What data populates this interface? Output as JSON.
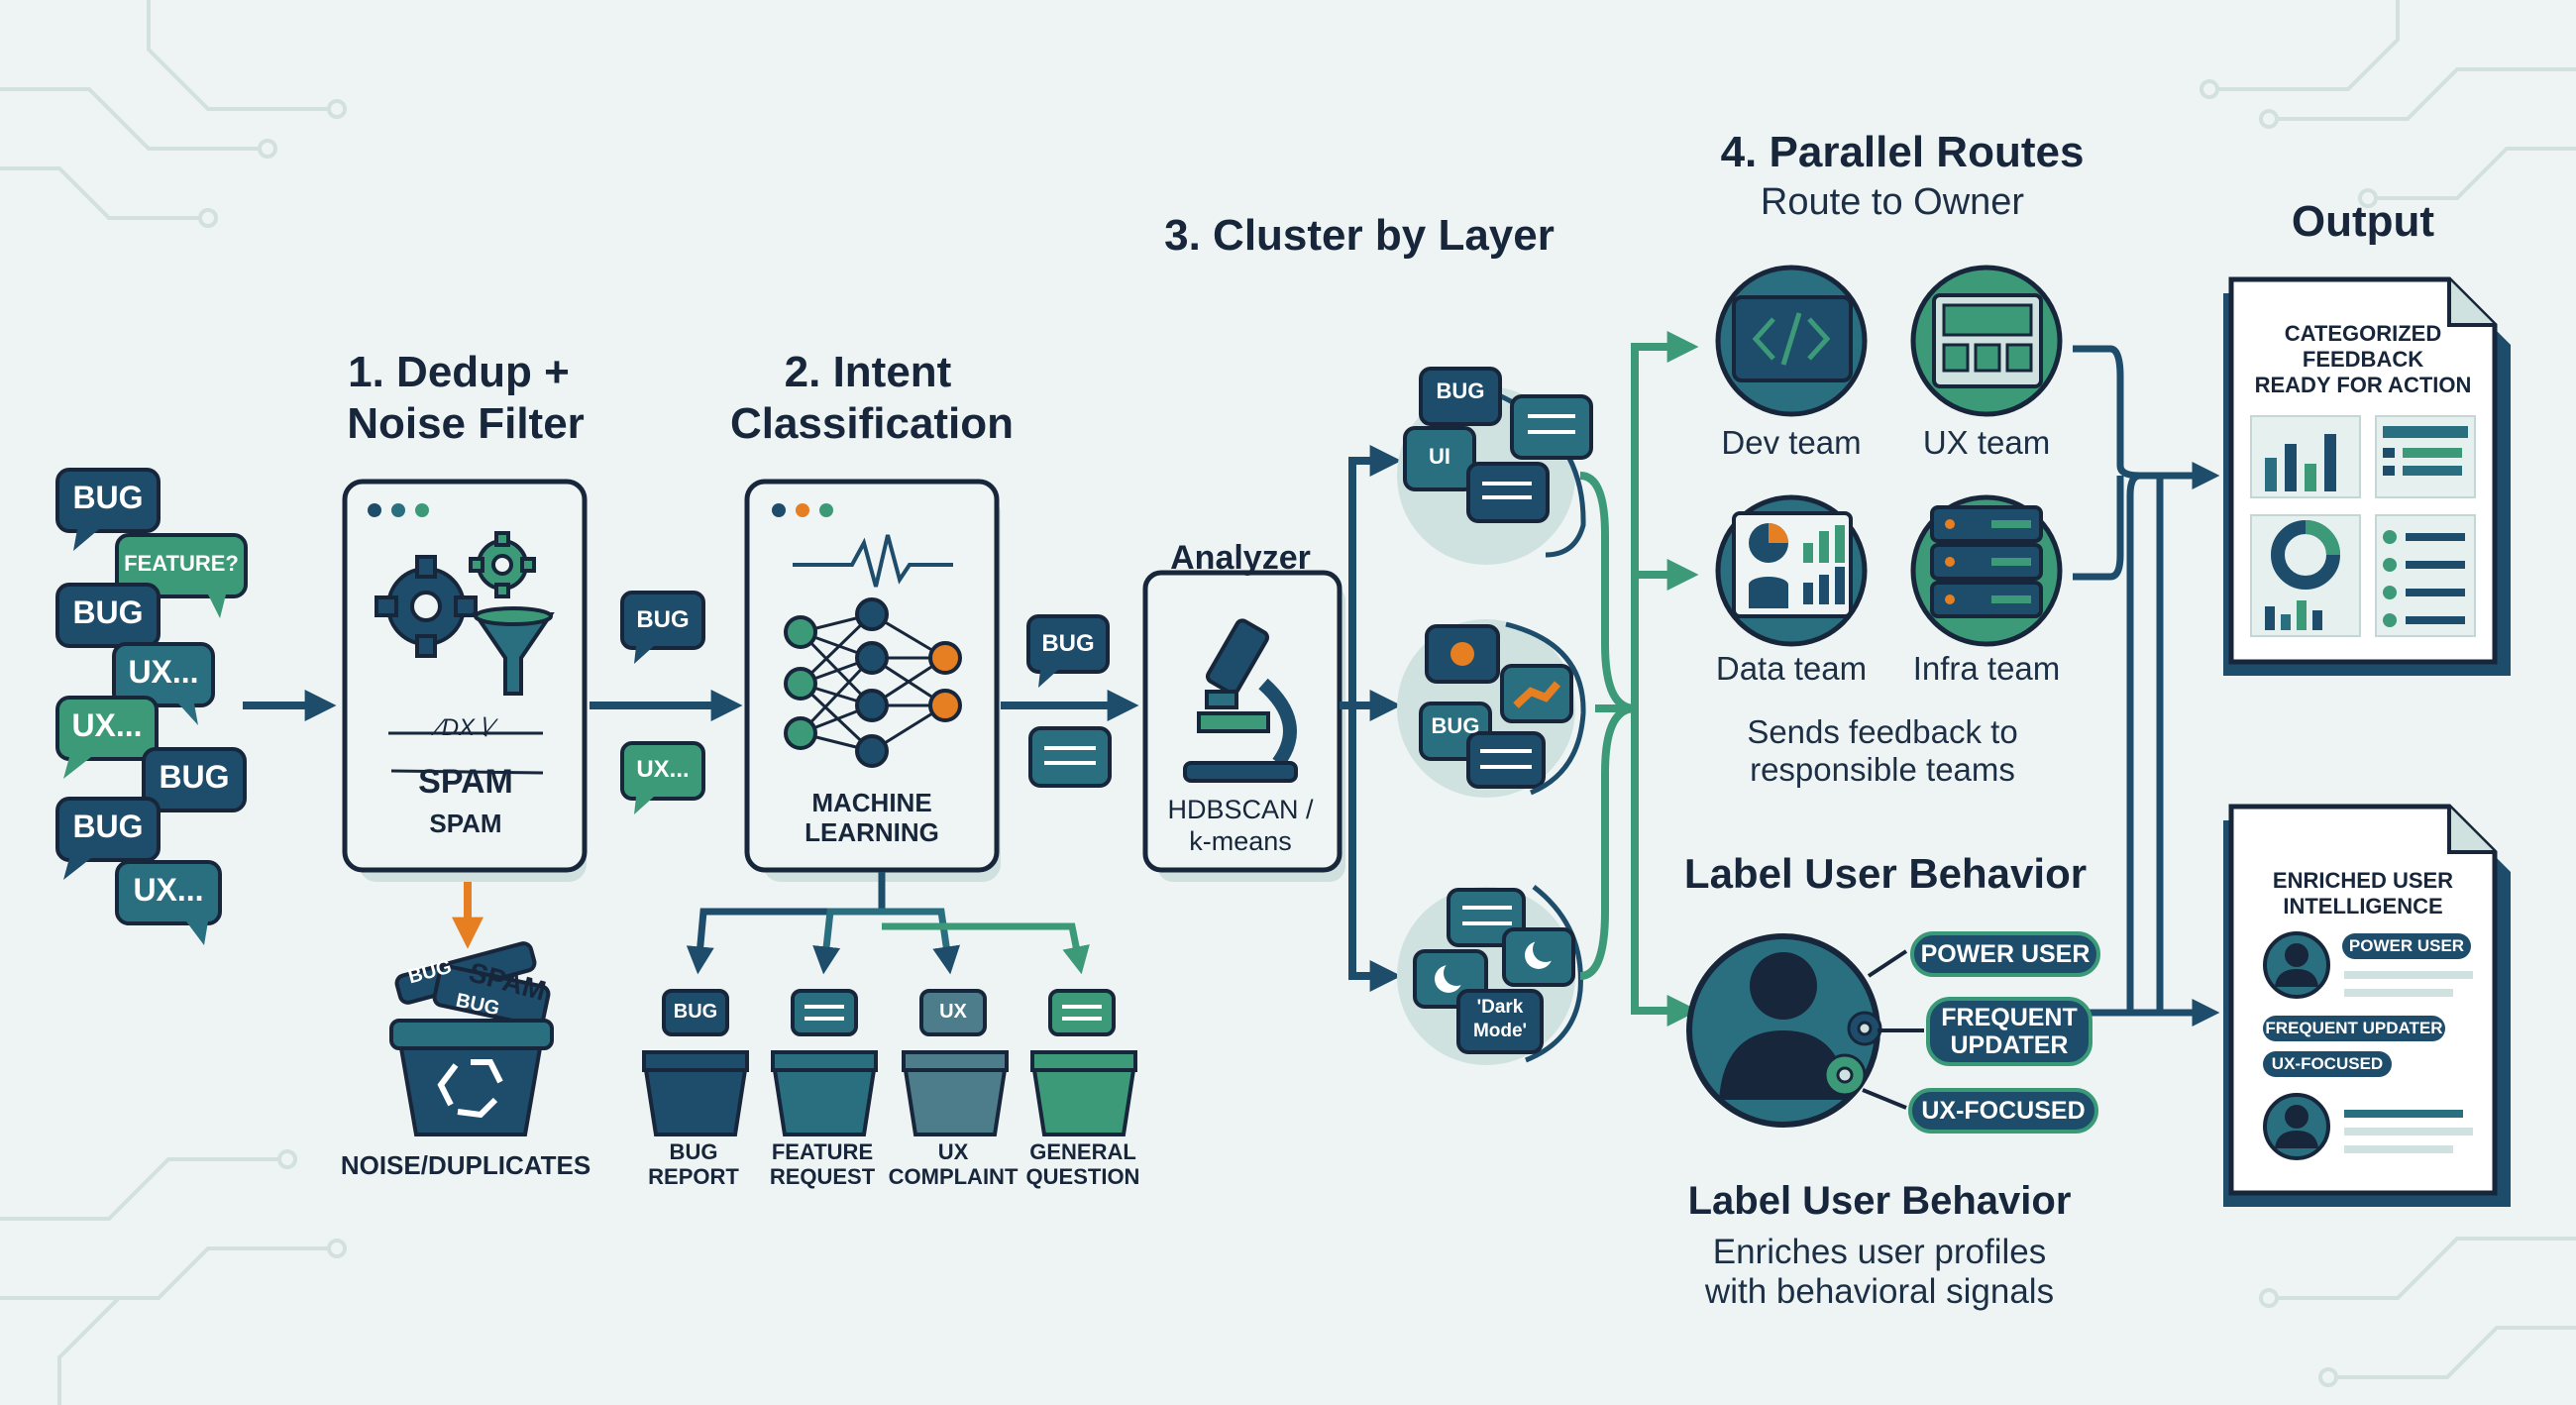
{
  "stages": {
    "dedup_title_1": "1. Dedup +",
    "dedup_title_2": "Noise Filter",
    "intent_title_1": "2. Intent",
    "intent_title_2": "Classification",
    "cluster_title": "3. Cluster by Layer",
    "routes_title": "4. Parallel Routes",
    "routes_subtitle": "Route to Owner",
    "output_title": "Output"
  },
  "input_bubbles": [
    "BUG",
    "FEATURE?",
    "BUG",
    "UX...",
    "UX...",
    "BUG",
    "BUG",
    "UX..."
  ],
  "dedup": {
    "spam_strike": "∕DX∖∕",
    "spam_big": "SPAM",
    "spam_label": "SPAM"
  },
  "noise": {
    "label": "NOISE/DUPLICATES",
    "bubble_1": "BUG",
    "bubble_2": "BUG",
    "spam": "SPAM"
  },
  "flow_bubbles": {
    "bug_after_filter": "BUG",
    "ux_after_filter": "UX...",
    "bug_after_ml": "BUG"
  },
  "ml": {
    "label_1": "MACHINE",
    "label_2": "LEARNING"
  },
  "bins": [
    {
      "tag": "BUG",
      "label_1": "BUG",
      "label_2": "REPORT",
      "color": "#1e4c6b"
    },
    {
      "tag": "",
      "label_1": "FEATURE",
      "label_2": "REQUEST",
      "color": "#2a6f7f"
    },
    {
      "tag": "UX",
      "label_1": "UX",
      "label_2": "COMPLAINT",
      "color": "#4d7d8a"
    },
    {
      "tag": "",
      "label_1": "GENERAL",
      "label_2": "QUESTION",
      "color": "#3c9a78"
    }
  ],
  "analyzer": {
    "title": "Analyzer",
    "algo_1": "HDBSCAN /",
    "algo_2": "k-means"
  },
  "clusters": {
    "c1_bug": "BUG",
    "c1_ui": "UI",
    "c2_bug": "BUG",
    "c3_dark_1": "'Dark",
    "c3_dark_2": "Mode'"
  },
  "teams": [
    "Dev team",
    "UX team",
    "Data team",
    "Infra team"
  ],
  "routes_note_1": "Sends feedback to",
  "routes_note_2": "responsible teams",
  "behavior": {
    "title": "Label User Behavior",
    "tags": [
      "POWER USER",
      "FREQUENT",
      "UPDATER",
      "UX-FOCUSED"
    ],
    "bottom_title": "Label User Behavior",
    "bottom_sub_1": "Enriches user profiles",
    "bottom_sub_2": "with behavioral signals"
  },
  "output": {
    "doc1_1": "CATEGORIZED",
    "doc1_2": "FEEDBACK",
    "doc1_3": "READY FOR ACTION",
    "doc2_1": "ENRICHED USER",
    "doc2_2": "INTELLIGENCE",
    "doc2_tags": [
      "POWER USER",
      "FREQUENT UPDATER",
      "UX-FOCUSED"
    ]
  },
  "colors": {
    "navy": "#1e4c6b",
    "teal": "#2a6f7f",
    "green": "#3c9a78",
    "orange": "#e67e22",
    "dark": "#17263a",
    "panel": "#e6f0ef"
  }
}
